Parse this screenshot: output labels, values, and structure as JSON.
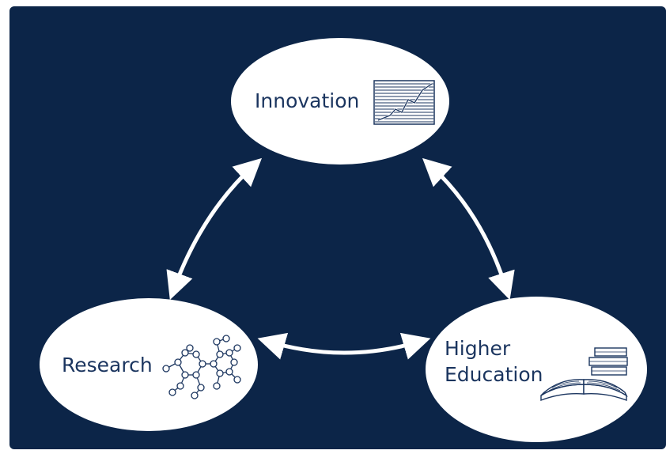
{
  "colors": {
    "background": "#0c2548",
    "node_fill": "#ffffff",
    "text": "#1b355f",
    "arrow": "#ffffff",
    "icon_stroke": "#1b355f"
  },
  "nodes": {
    "innovation": {
      "label": "Innovation",
      "icon": "line-chart-icon"
    },
    "research": {
      "label": "Research",
      "icon": "molecule-icon"
    },
    "higher_education": {
      "label_line1": "Higher",
      "label_line2": "Education",
      "icon": "books-icon"
    }
  },
  "connections": [
    {
      "from": "Innovation",
      "to": "Research",
      "type": "bidirectional"
    },
    {
      "from": "Innovation",
      "to": "Higher Education",
      "type": "bidirectional"
    },
    {
      "from": "Research",
      "to": "Higher Education",
      "type": "bidirectional"
    }
  ]
}
